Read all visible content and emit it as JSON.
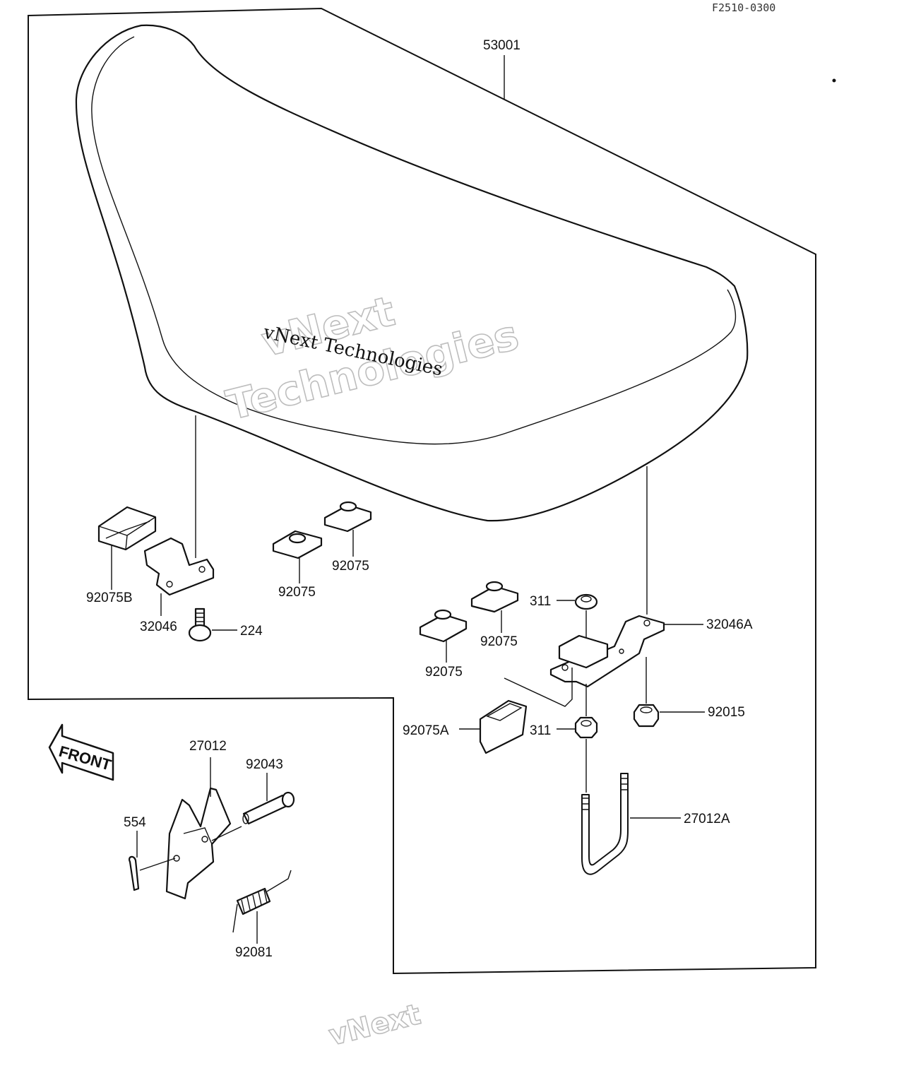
{
  "diagram_code": "F2510-0300",
  "watermark": {
    "line1": "vNext",
    "line2": "Technologies",
    "small": "vNext Technologies",
    "bottom": "vNext"
  },
  "front_label": "FRONT",
  "parts": {
    "seat": "53001",
    "pad_b": "92075B",
    "bracket": "32046",
    "bolt": "224",
    "pad_1": "92075",
    "pad_2": "92075",
    "pad_3": "92075",
    "pad_4": "92075",
    "nut_top": "311",
    "nut_bottom": "311",
    "bracket_a": "32046A",
    "nut_flange": "92015",
    "pad_a": "92075A",
    "ubolt": "27012A",
    "hinge": "27012",
    "pin": "92043",
    "cotter": "554",
    "spring": "92081"
  }
}
